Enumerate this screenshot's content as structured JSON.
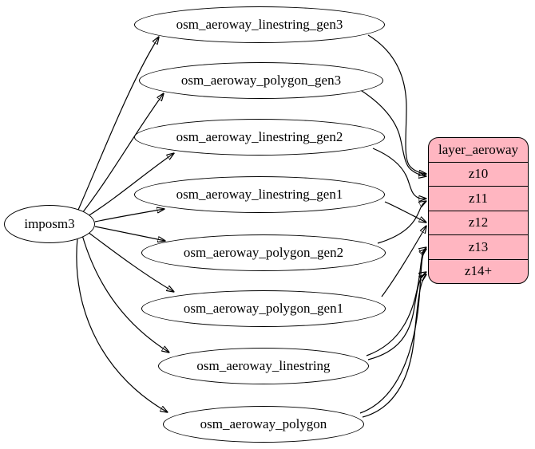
{
  "diagram": {
    "source_node": {
      "label": "imposm3"
    },
    "tables": [
      {
        "label": "osm_aeroway_linestring_gen3"
      },
      {
        "label": "osm_aeroway_polygon_gen3"
      },
      {
        "label": "osm_aeroway_linestring_gen2"
      },
      {
        "label": "osm_aeroway_linestring_gen1"
      },
      {
        "label": "osm_aeroway_polygon_gen2"
      },
      {
        "label": "osm_aeroway_polygon_gen1"
      },
      {
        "label": "osm_aeroway_linestring"
      },
      {
        "label": "osm_aeroway_polygon"
      }
    ],
    "layer": {
      "title": "layer_aeroway",
      "rows": [
        "z10",
        "z11",
        "z12",
        "z13",
        "z14+"
      ]
    },
    "edges": [
      {
        "from": "imposm3",
        "to": "osm_aeroway_linestring_gen3"
      },
      {
        "from": "imposm3",
        "to": "osm_aeroway_polygon_gen3"
      },
      {
        "from": "imposm3",
        "to": "osm_aeroway_linestring_gen2"
      },
      {
        "from": "imposm3",
        "to": "osm_aeroway_linestring_gen1"
      },
      {
        "from": "imposm3",
        "to": "osm_aeroway_polygon_gen2"
      },
      {
        "from": "imposm3",
        "to": "osm_aeroway_polygon_gen1"
      },
      {
        "from": "imposm3",
        "to": "osm_aeroway_linestring"
      },
      {
        "from": "imposm3",
        "to": "osm_aeroway_polygon"
      },
      {
        "from": "osm_aeroway_linestring_gen3",
        "to": "layer_aeroway:z10"
      },
      {
        "from": "osm_aeroway_polygon_gen3",
        "to": "layer_aeroway:z10"
      },
      {
        "from": "osm_aeroway_linestring_gen2",
        "to": "layer_aeroway:z11"
      },
      {
        "from": "osm_aeroway_polygon_gen2",
        "to": "layer_aeroway:z11"
      },
      {
        "from": "osm_aeroway_linestring_gen1",
        "to": "layer_aeroway:z12"
      },
      {
        "from": "osm_aeroway_polygon_gen1",
        "to": "layer_aeroway:z12"
      },
      {
        "from": "osm_aeroway_linestring",
        "to": "layer_aeroway:z13"
      },
      {
        "from": "osm_aeroway_linestring",
        "to": "layer_aeroway:z14+"
      },
      {
        "from": "osm_aeroway_polygon",
        "to": "layer_aeroway:z13"
      },
      {
        "from": "osm_aeroway_polygon",
        "to": "layer_aeroway:z14+"
      }
    ],
    "colors": {
      "layer_fill": "#ffb6c1",
      "node_fill": "#ffffff",
      "stroke": "#000000"
    }
  }
}
